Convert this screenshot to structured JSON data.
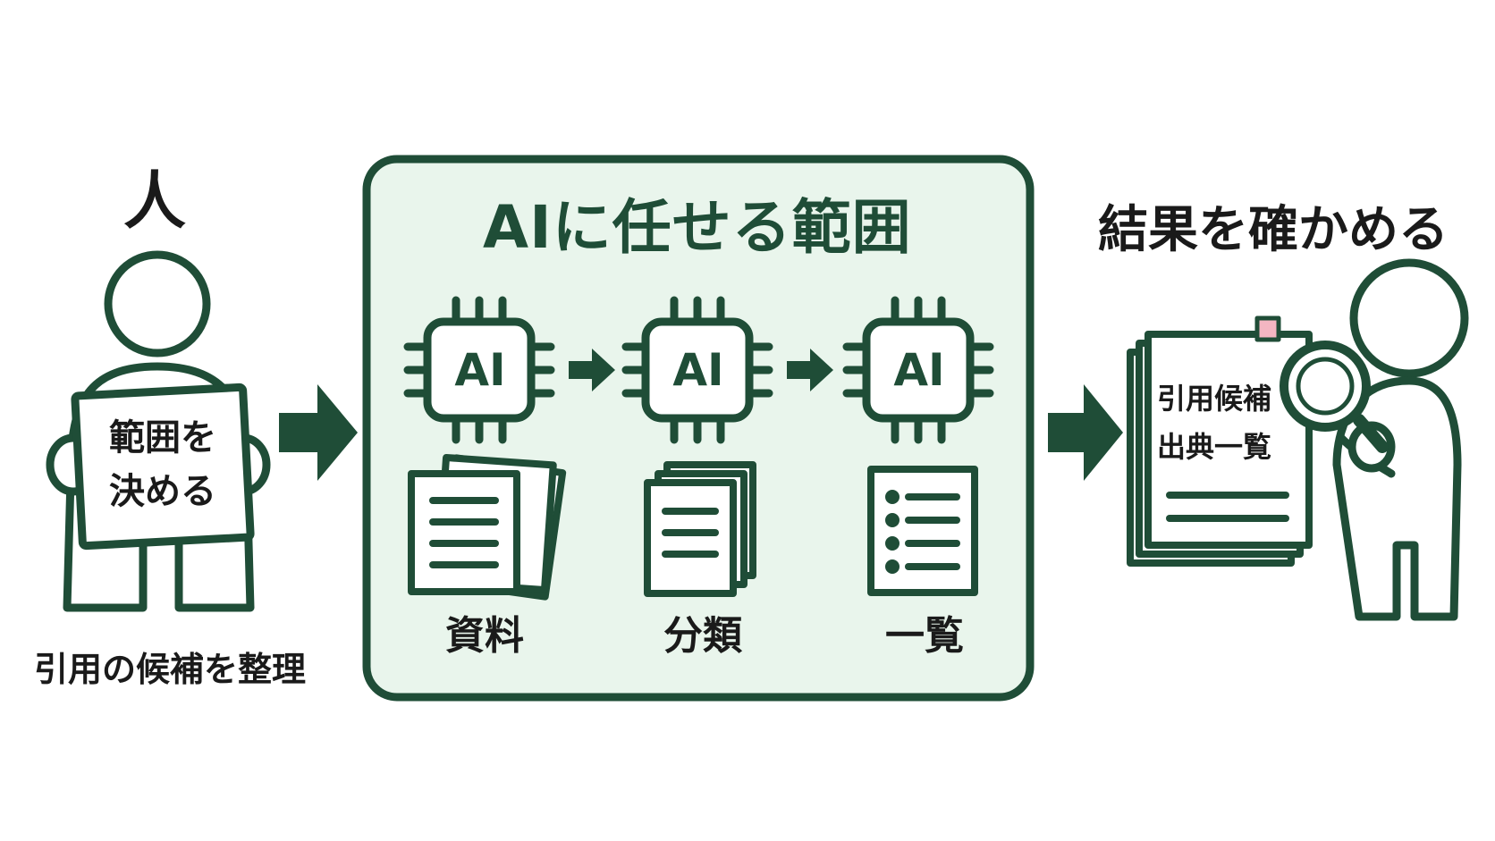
{
  "person": {
    "title": "人",
    "sign_line1": "範囲を",
    "sign_line2": "決める",
    "caption": "引用の候補を整理"
  },
  "ai_panel": {
    "title": "AIに任せる範囲",
    "chip_label": "AI",
    "steps": [
      {
        "label": "資料",
        "icon": "documents-stack-icon"
      },
      {
        "label": "分類",
        "icon": "sorted-documents-icon"
      },
      {
        "label": "一覧",
        "icon": "list-document-icon"
      }
    ]
  },
  "result": {
    "title": "結果を確かめる",
    "doc_line1": "引用候補",
    "doc_line2": "出典一覧"
  },
  "colors": {
    "primary": "#1f4d37",
    "panel_fill": "#e9f5ec",
    "tab": "#f4b6c2"
  }
}
